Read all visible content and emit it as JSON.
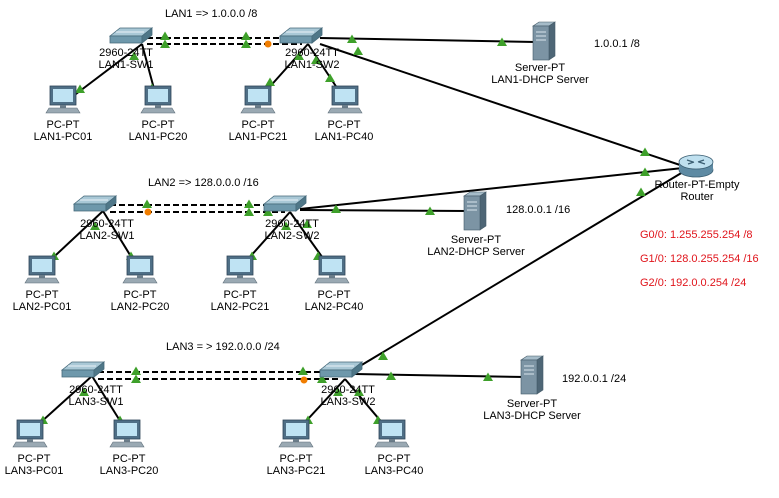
{
  "lan_titles": {
    "lan1": "LAN1 => 1.0.0.0 /8",
    "lan2": "LAN2 => 128.0.0.0 /16",
    "lan3": "LAN3 = > 192.0.0.0 /24"
  },
  "device_type": {
    "switch": "2960-24TT",
    "pc": "PC-PT",
    "server": "Server-PT",
    "router": "Router-PT-Empty"
  },
  "switches": {
    "lan1_sw1": "LAN1-SW1",
    "lan1_sw2": "LAN1-SW2",
    "lan2_sw1": "LAN2-SW1",
    "lan2_sw2": "LAN2-SW2",
    "lan3_sw1": "LAN3-SW1",
    "lan3_sw2": "LAN3-SW2"
  },
  "pcs": {
    "lan1_pc01": "LAN1-PC01",
    "lan1_pc20": "LAN1-PC20",
    "lan1_pc21": "LAN1-PC21",
    "lan1_pc40": "LAN1-PC40",
    "lan2_pc01": "LAN2-PC01",
    "lan2_pc20": "LAN2-PC20",
    "lan2_pc21": "LAN2-PC21",
    "lan2_pc40": "LAN2-PC40",
    "lan3_pc01": "LAN3-PC01",
    "lan3_pc20": "LAN3-PC20",
    "lan3_pc21": "LAN3-PC21",
    "lan3_pc40": "LAN3-PC40"
  },
  "servers": {
    "lan1": "LAN1-DHCP Server",
    "lan2": "LAN2-DHCP Server",
    "lan3": "LAN3-DHCP Server"
  },
  "server_ips": {
    "lan1": "1.0.0.1 /8",
    "lan2": "128.0.0.1 /16",
    "lan3": "192.0.0.1 /24"
  },
  "router": {
    "name": "Router"
  },
  "router_interfaces": {
    "g0": "G0/0: 1.255.255.254 /8",
    "g1": "G1/0: 128.0.255.254 /16",
    "g2": "G2/0: 192.0.0.254 /24"
  },
  "colors": {
    "link": "#000000",
    "link_up": "#3ea02a",
    "link_blocked": "#f07d00",
    "interface_text": "#e0141b"
  }
}
